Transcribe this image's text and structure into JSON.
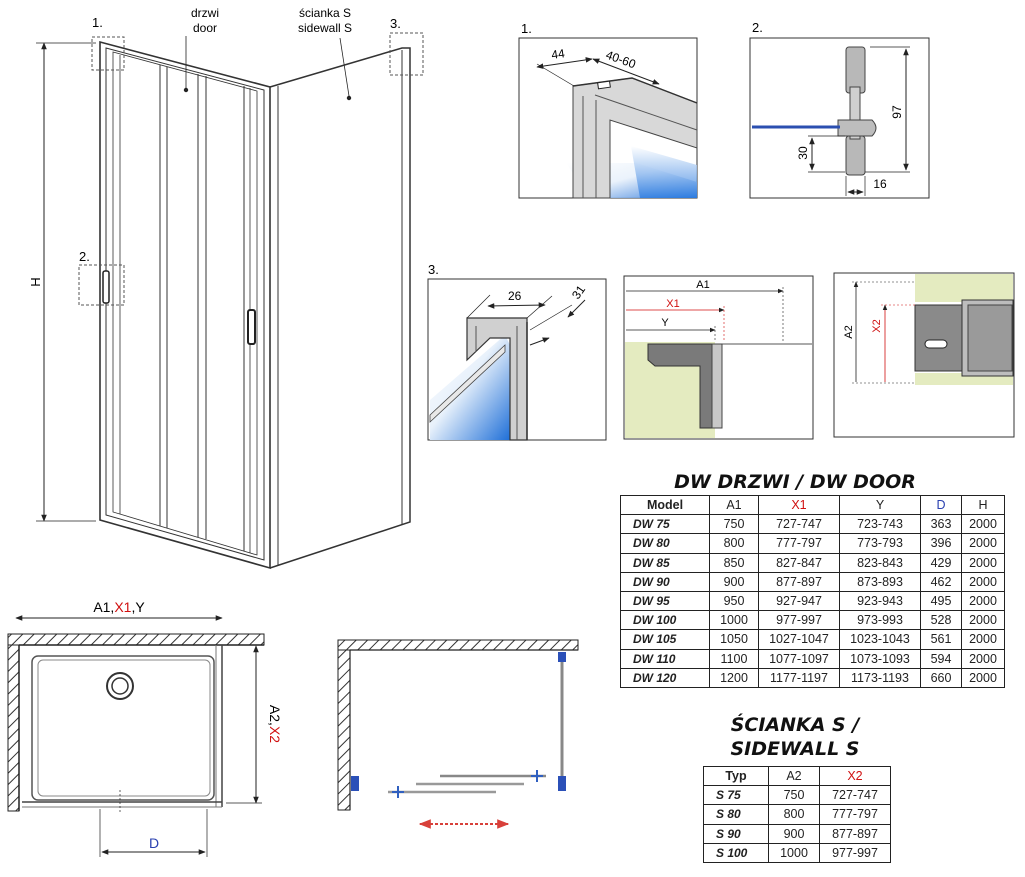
{
  "labels": {
    "callout1": "1.",
    "callout2": "2.",
    "callout3": "3.",
    "door_pl": "drzwi",
    "door_en": "door",
    "sidewall_pl": "ścianka S",
    "sidewall_en": "sidewall S",
    "height": "H",
    "plan_width_a": "A1,",
    "plan_width_x": "X1",
    "plan_width_y": ",Y",
    "plan_depth_a": "A2,",
    "plan_depth_x": "X2",
    "plan_d": "D"
  },
  "details": {
    "d1": {
      "title": "1.",
      "dim_a": "44",
      "dim_b": "40-60"
    },
    "d2": {
      "title": "2.",
      "dim_a": "97",
      "dim_b": "30",
      "dim_c": "16"
    },
    "d3": {
      "title": "3.",
      "dim_a": "26",
      "dim_b": "31"
    },
    "d4": {
      "a1": "A1",
      "x1": "X1",
      "y": "Y"
    },
    "d5": {
      "a2": "A2",
      "x2": "X2"
    }
  },
  "door_table": {
    "title": "DW DRZWI / DW DOOR",
    "headers": [
      "Model",
      "A1",
      "X1",
      "Y",
      "D",
      "H"
    ],
    "rows": [
      [
        "DW 75",
        "750",
        "727-747",
        "723-743",
        "363",
        "2000"
      ],
      [
        "DW 80",
        "800",
        "777-797",
        "773-793",
        "396",
        "2000"
      ],
      [
        "DW 85",
        "850",
        "827-847",
        "823-843",
        "429",
        "2000"
      ],
      [
        "DW 90",
        "900",
        "877-897",
        "873-893",
        "462",
        "2000"
      ],
      [
        "DW 95",
        "950",
        "927-947",
        "923-943",
        "495",
        "2000"
      ],
      [
        "DW 100",
        "1000",
        "977-997",
        "973-993",
        "528",
        "2000"
      ],
      [
        "DW 105",
        "1050",
        "1027-1047",
        "1023-1043",
        "561",
        "2000"
      ],
      [
        "DW 110",
        "1100",
        "1077-1097",
        "1073-1093",
        "594",
        "2000"
      ],
      [
        "DW 120",
        "1200",
        "1177-1197",
        "1173-1193",
        "660",
        "2000"
      ]
    ]
  },
  "sidewall_table": {
    "title_line1": "ŚCIANKA S /",
    "title_line2": "SIDEWALL S",
    "headers": [
      "Typ",
      "A2",
      "X2"
    ],
    "rows": [
      [
        "S 75",
        "750",
        "727-747"
      ],
      [
        "S 80",
        "800",
        "777-797"
      ],
      [
        "S 90",
        "900",
        "877-897"
      ],
      [
        "S 100",
        "1000",
        "977-997"
      ]
    ]
  },
  "colors": {
    "accent_red": "#d01010",
    "dim_blue": "#2a40b0",
    "glass_blue": "#2f7fe0",
    "wall_green": "#e4ebc0",
    "profile_gray": "#707070"
  }
}
